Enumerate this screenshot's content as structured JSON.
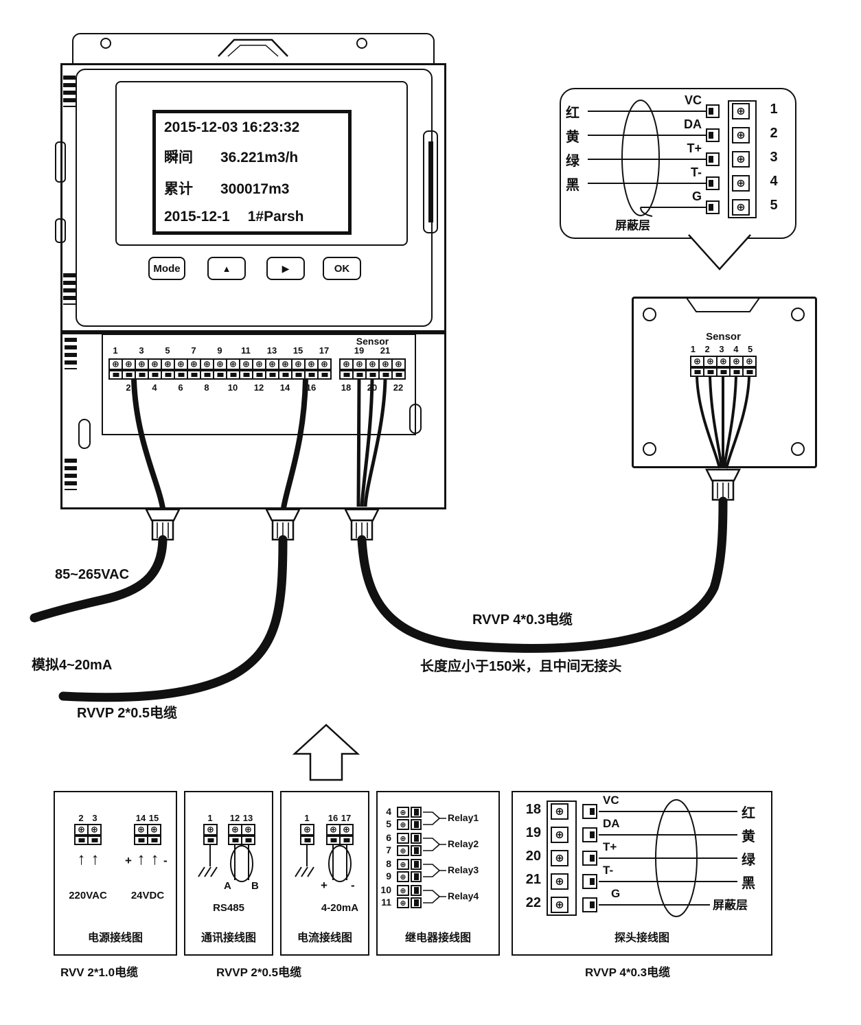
{
  "device": {
    "display": {
      "line1": "2015-12-03 16:23:32",
      "inst_label": "瞬间",
      "inst_value": "36.221m3/h",
      "total_label": "累计",
      "total_value": "300017m3",
      "line4_date": "2015-12-1",
      "line4_mode": "1#Parsh"
    },
    "buttons": {
      "mode": "Mode",
      "up": "▲",
      "right": "▶",
      "ok": "OK"
    }
  },
  "terminals": {
    "sensor_header": "Sensor",
    "main_top": [
      "1",
      "3",
      "5",
      "7",
      "9",
      "11",
      "13",
      "15",
      "17"
    ],
    "main_bottom": [
      "2",
      "4",
      "6",
      "8",
      "10",
      "12",
      "14",
      "16"
    ],
    "sensor_top": [
      "19",
      "21"
    ],
    "sensor_bottom": [
      "18",
      "20",
      "22"
    ]
  },
  "callout": {
    "colors": [
      "红",
      "黄",
      "绿",
      "黑"
    ],
    "signals": [
      "VC",
      "DA",
      "T+",
      "T-",
      "G"
    ],
    "numbers": [
      "1",
      "2",
      "3",
      "4",
      "5"
    ],
    "shield": "屏蔽层"
  },
  "sensor_box": {
    "title": "Sensor",
    "numbers": "1 2 3 4 5"
  },
  "cables": {
    "power": "85~265VAC",
    "analog_signal": "模拟4~20mA",
    "analog_cable": "RVVP 2*0.5电缆",
    "sensor_cable": "RVVP 4*0.3电缆",
    "sensor_note": "长度应小于150米，且中间无接头"
  },
  "power_box": {
    "t1": [
      "2",
      "3"
    ],
    "t2": [
      "14",
      "15"
    ],
    "plus": "+",
    "minus": "-",
    "v1": "220VAC",
    "v2": "24VDC",
    "caption": "电源接线图"
  },
  "comm_box": {
    "t1": "1",
    "t2": [
      "12",
      "13"
    ],
    "a": "A",
    "b": "B",
    "proto": "RS485",
    "caption": "通讯接线图"
  },
  "current_box": {
    "t1": "1",
    "t2": [
      "16",
      "17"
    ],
    "plus": "+",
    "minus": "-",
    "range": "4-20mA",
    "caption": "电流接线图"
  },
  "relay_box": {
    "pairs": [
      {
        "a": "4",
        "b": "5",
        "label": "Relay1"
      },
      {
        "a": "6",
        "b": "7",
        "label": "Relay2"
      },
      {
        "a": "8",
        "b": "9",
        "label": "Relay3"
      },
      {
        "a": "10",
        "b": "11",
        "label": "Relay4"
      }
    ],
    "caption": "继电器接线图"
  },
  "probe_box": {
    "rows": [
      {
        "n": "18",
        "signal": "VC",
        "color": "红"
      },
      {
        "n": "19",
        "signal": "DA",
        "color": "黄"
      },
      {
        "n": "20",
        "signal": "T+",
        "color": "绿"
      },
      {
        "n": "21",
        "signal": "T-",
        "color": "黑"
      },
      {
        "n": "22",
        "signal": "G",
        "color": "屏蔽层"
      }
    ],
    "caption": "探头接线图"
  },
  "bottom_cables": {
    "power": "RVV 2*1.0电缆",
    "comm_current": "RVVP 2*0.5电缆",
    "probe": "RVVP 4*0.3电缆"
  },
  "icons": {
    "screw_terminal": "⊕",
    "arrow_up": "↑"
  }
}
